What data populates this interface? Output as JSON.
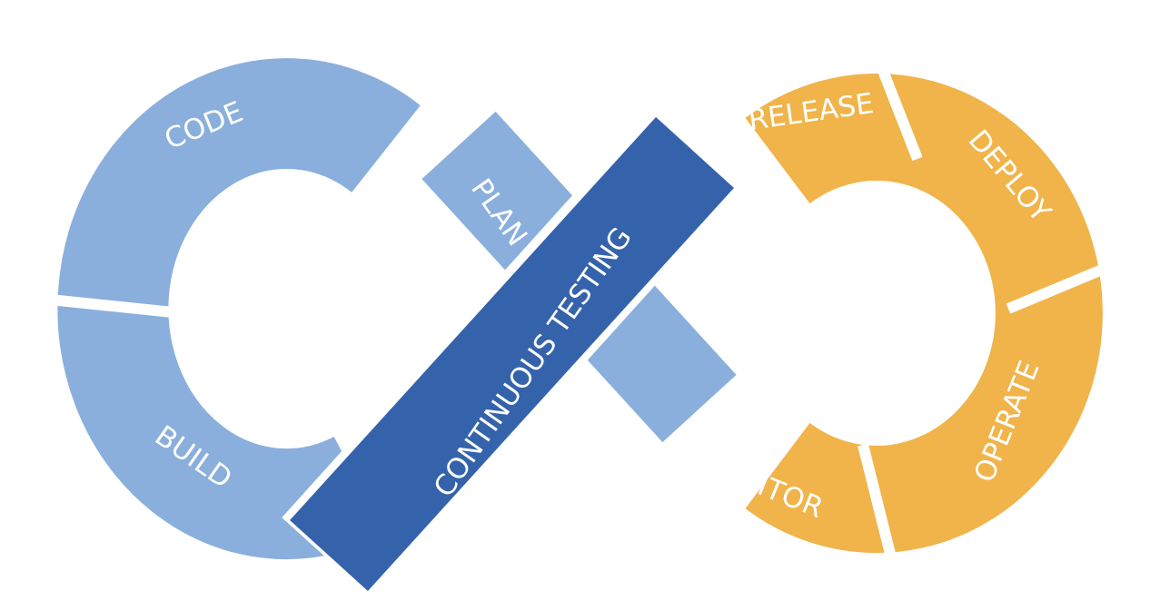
{
  "colors": {
    "light_blue": "#8aafdc",
    "dark_blue": "#3563ab",
    "orange": "#f0b44a",
    "separator": "#ffffff"
  },
  "stages": {
    "code": "CODE",
    "build": "BUILD",
    "plan": "PLAN",
    "continuous_testing": "CONTINUOUS TESTING",
    "release": "RELEASE",
    "deploy": "DEPLOY",
    "operate": "OPERATE",
    "monitor": "MONITOR"
  }
}
